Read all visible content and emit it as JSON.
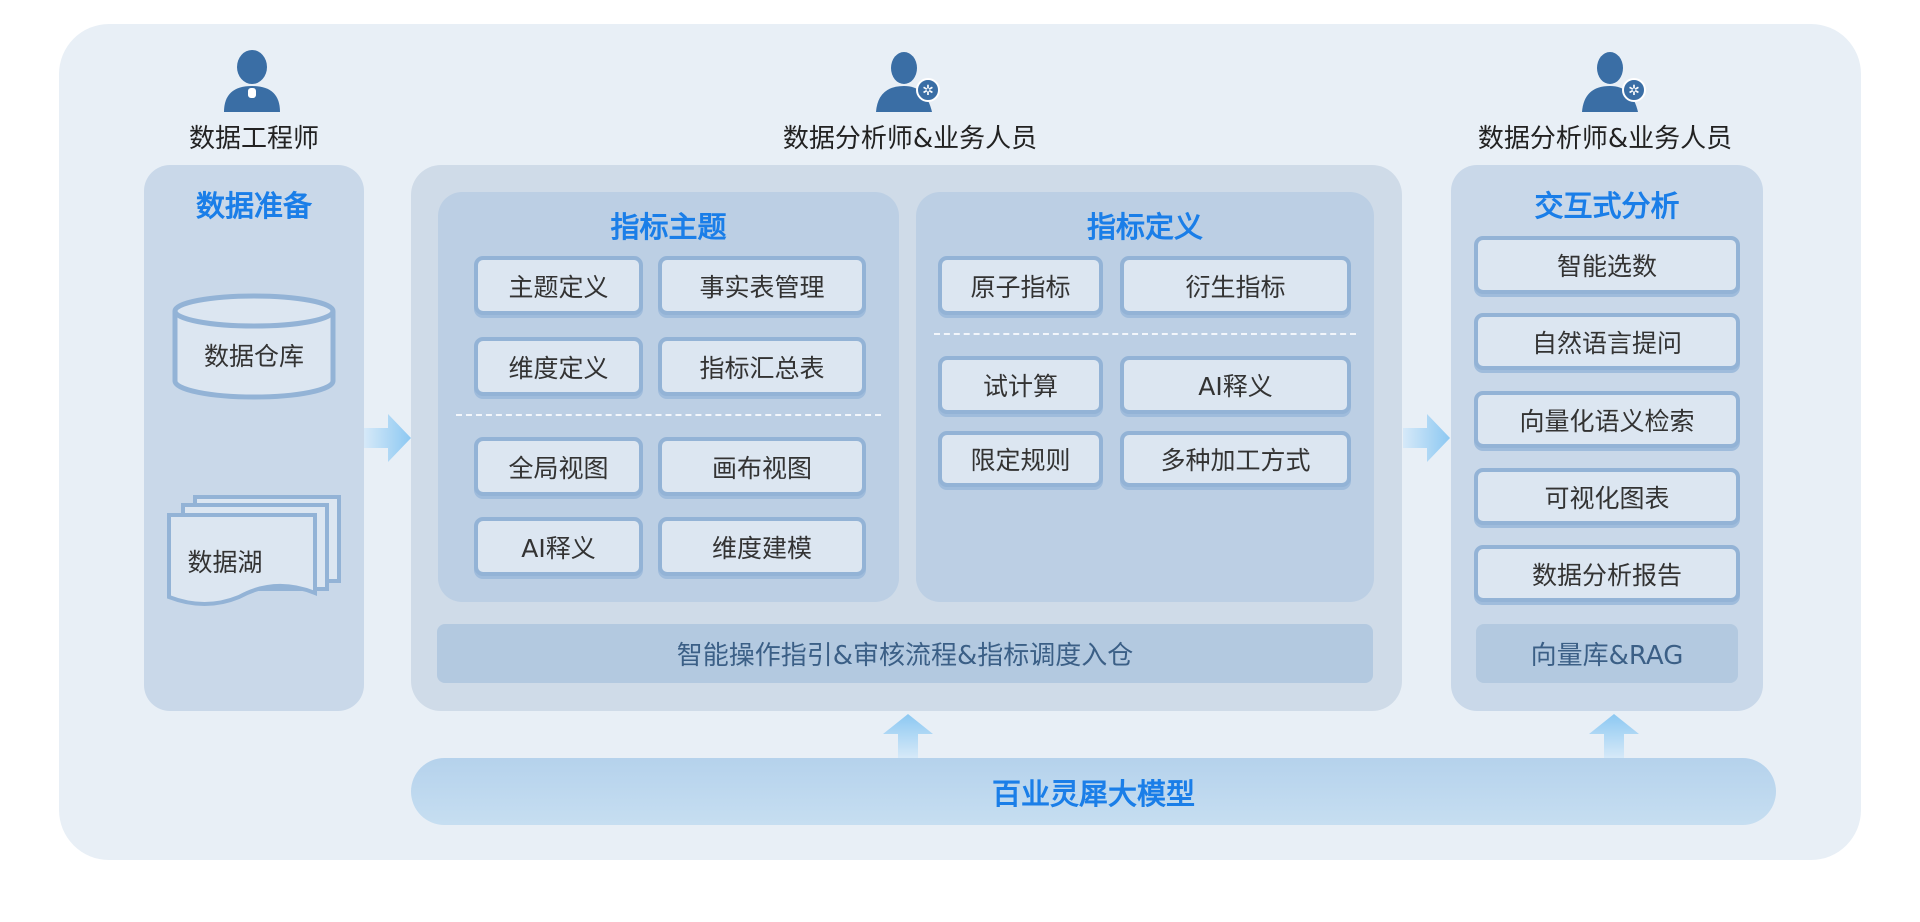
{
  "roles": {
    "left": "数据工程师",
    "middle": "数据分析师&业务人员",
    "right": "数据分析师&业务人员"
  },
  "data_prep": {
    "title": "数据准备",
    "warehouse": "数据仓库",
    "lake": "数据湖"
  },
  "topic": {
    "title": "指标主题",
    "items": [
      "主题定义",
      "事实表管理",
      "维度定义",
      "指标汇总表",
      "全局视图",
      "画布视图",
      "AI释义",
      "维度建模"
    ]
  },
  "definition": {
    "title": "指标定义",
    "items": [
      "原子指标",
      "衍生指标",
      "试计算",
      "AI释义",
      "限定规则",
      "多种加工方式"
    ]
  },
  "middle_bar": "智能操作指引&审核流程&指标调度入仓",
  "interactive": {
    "title": "交互式分析",
    "items": [
      "智能选数",
      "自然语言提问",
      "向量化语义检索",
      "可视化图表",
      "数据分析报告"
    ],
    "bar": "向量库&RAG"
  },
  "base_model": "百业灵犀大模型",
  "colors": {
    "accent": "#1a7ee8",
    "icon": "#3a6ea5",
    "arrow": "#8cc8f2"
  }
}
